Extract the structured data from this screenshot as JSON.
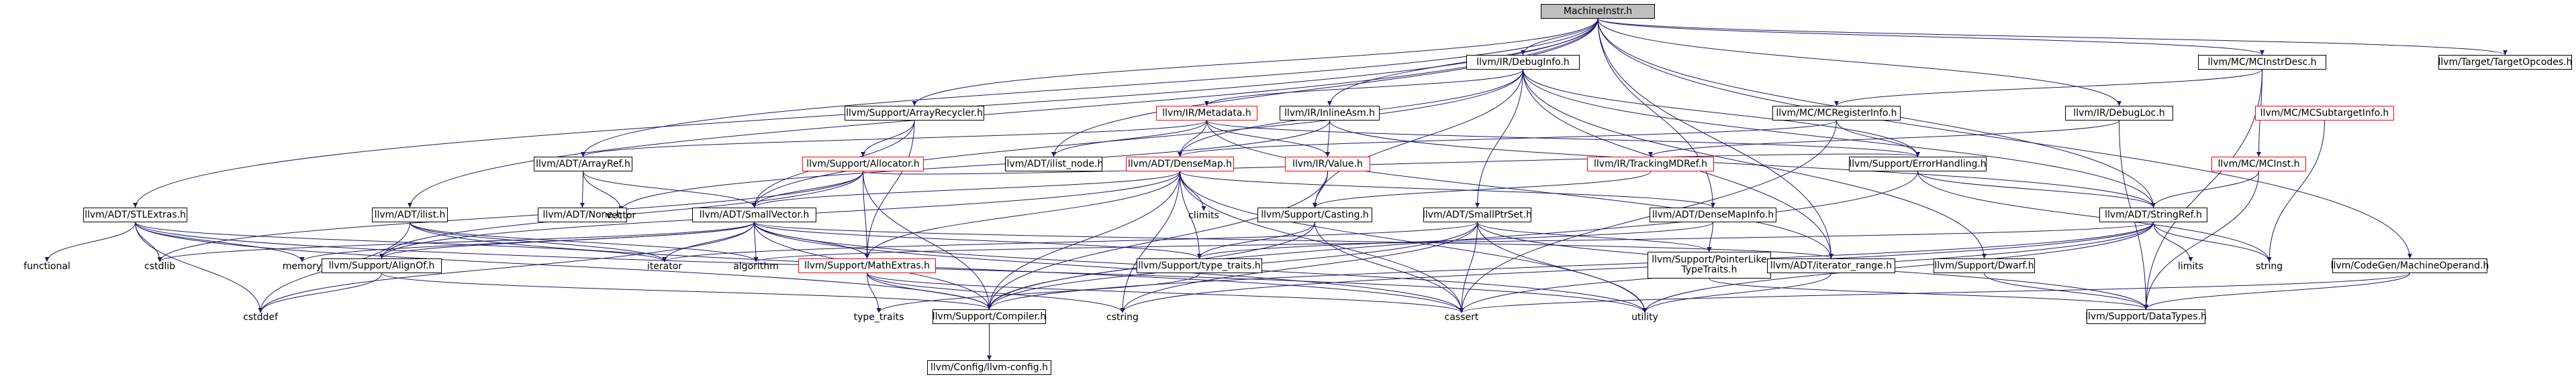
{
  "graph": {
    "root": "MachineInstr.h",
    "nodes": {
      "machineinstr": "MachineInstr.h",
      "debuginfo": "llvm/IR/DebugInfo.h",
      "mcinstrdesc": "llvm/MC/MCInstrDesc.h",
      "targetopcodes": "llvm/Target/TargetOpcodes.h",
      "arrayrecycler": "llvm/Support/ArrayRecycler.h",
      "metadata": "llvm/IR/Metadata.h",
      "inlineasm": "llvm/IR/InlineAsm.h",
      "mcregisterinfo": "llvm/MC/MCRegisterInfo.h",
      "debugloc": "llvm/IR/DebugLoc.h",
      "mcsubtargetinfo": "llvm/MC/MCSubtargetInfo.h",
      "arrayref": "llvm/ADT/ArrayRef.h",
      "allocator": "llvm/Support/Allocator.h",
      "ilist_node": "llvm/ADT/ilist_node.h",
      "densemap": "llvm/ADT/DenseMap.h",
      "value": "llvm/IR/Value.h",
      "trackingmdref": "llvm/IR/TrackingMDRef.h",
      "errorhandling": "llvm/Support/ErrorHandling.h",
      "mcinst": "llvm/MC/MCInst.h",
      "stlextras": "llvm/ADT/STLExtras.h",
      "ilist": "llvm/ADT/ilist.h",
      "none": "llvm/ADT/None.h",
      "smallvector": "llvm/ADT/SmallVector.h",
      "casting": "llvm/Support/Casting.h",
      "smallptrset": "llvm/ADT/SmallPtrSet.h",
      "densemapinfo": "llvm/ADT/DenseMapInfo.h",
      "stringref": "llvm/ADT/StringRef.h",
      "alignof": "llvm/Support/AlignOf.h",
      "mathextras": "llvm/Support/MathExtras.h",
      "typetraits_llvm": "llvm/Support/type_traits.h",
      "pointerlike_line1": "llvm/Support/PointerLike",
      "pointerlike_line2": "TypeTraits.h",
      "iterator_range": "llvm/ADT/iterator_range.h",
      "dwarf": "llvm/Support/Dwarf.h",
      "machineoperand": "llvm/CodeGen/MachineOperand.h",
      "compiler": "llvm/Support/Compiler.h",
      "datatypes": "llvm/Support/DataTypes.h",
      "llvmconfig": "llvm/Config/llvm-config.h"
    },
    "system": {
      "vector": "vector",
      "climits": "climits",
      "functional": "functional",
      "cstdlib": "cstdlib",
      "memory": "memory",
      "iterator": "iterator",
      "algorithm": "algorithm",
      "cstddef": "cstddef",
      "type_traits": "type_traits",
      "cstring": "cstring",
      "cassert": "cassert",
      "utility": "utility",
      "limits": "limits",
      "string": "string"
    }
  }
}
